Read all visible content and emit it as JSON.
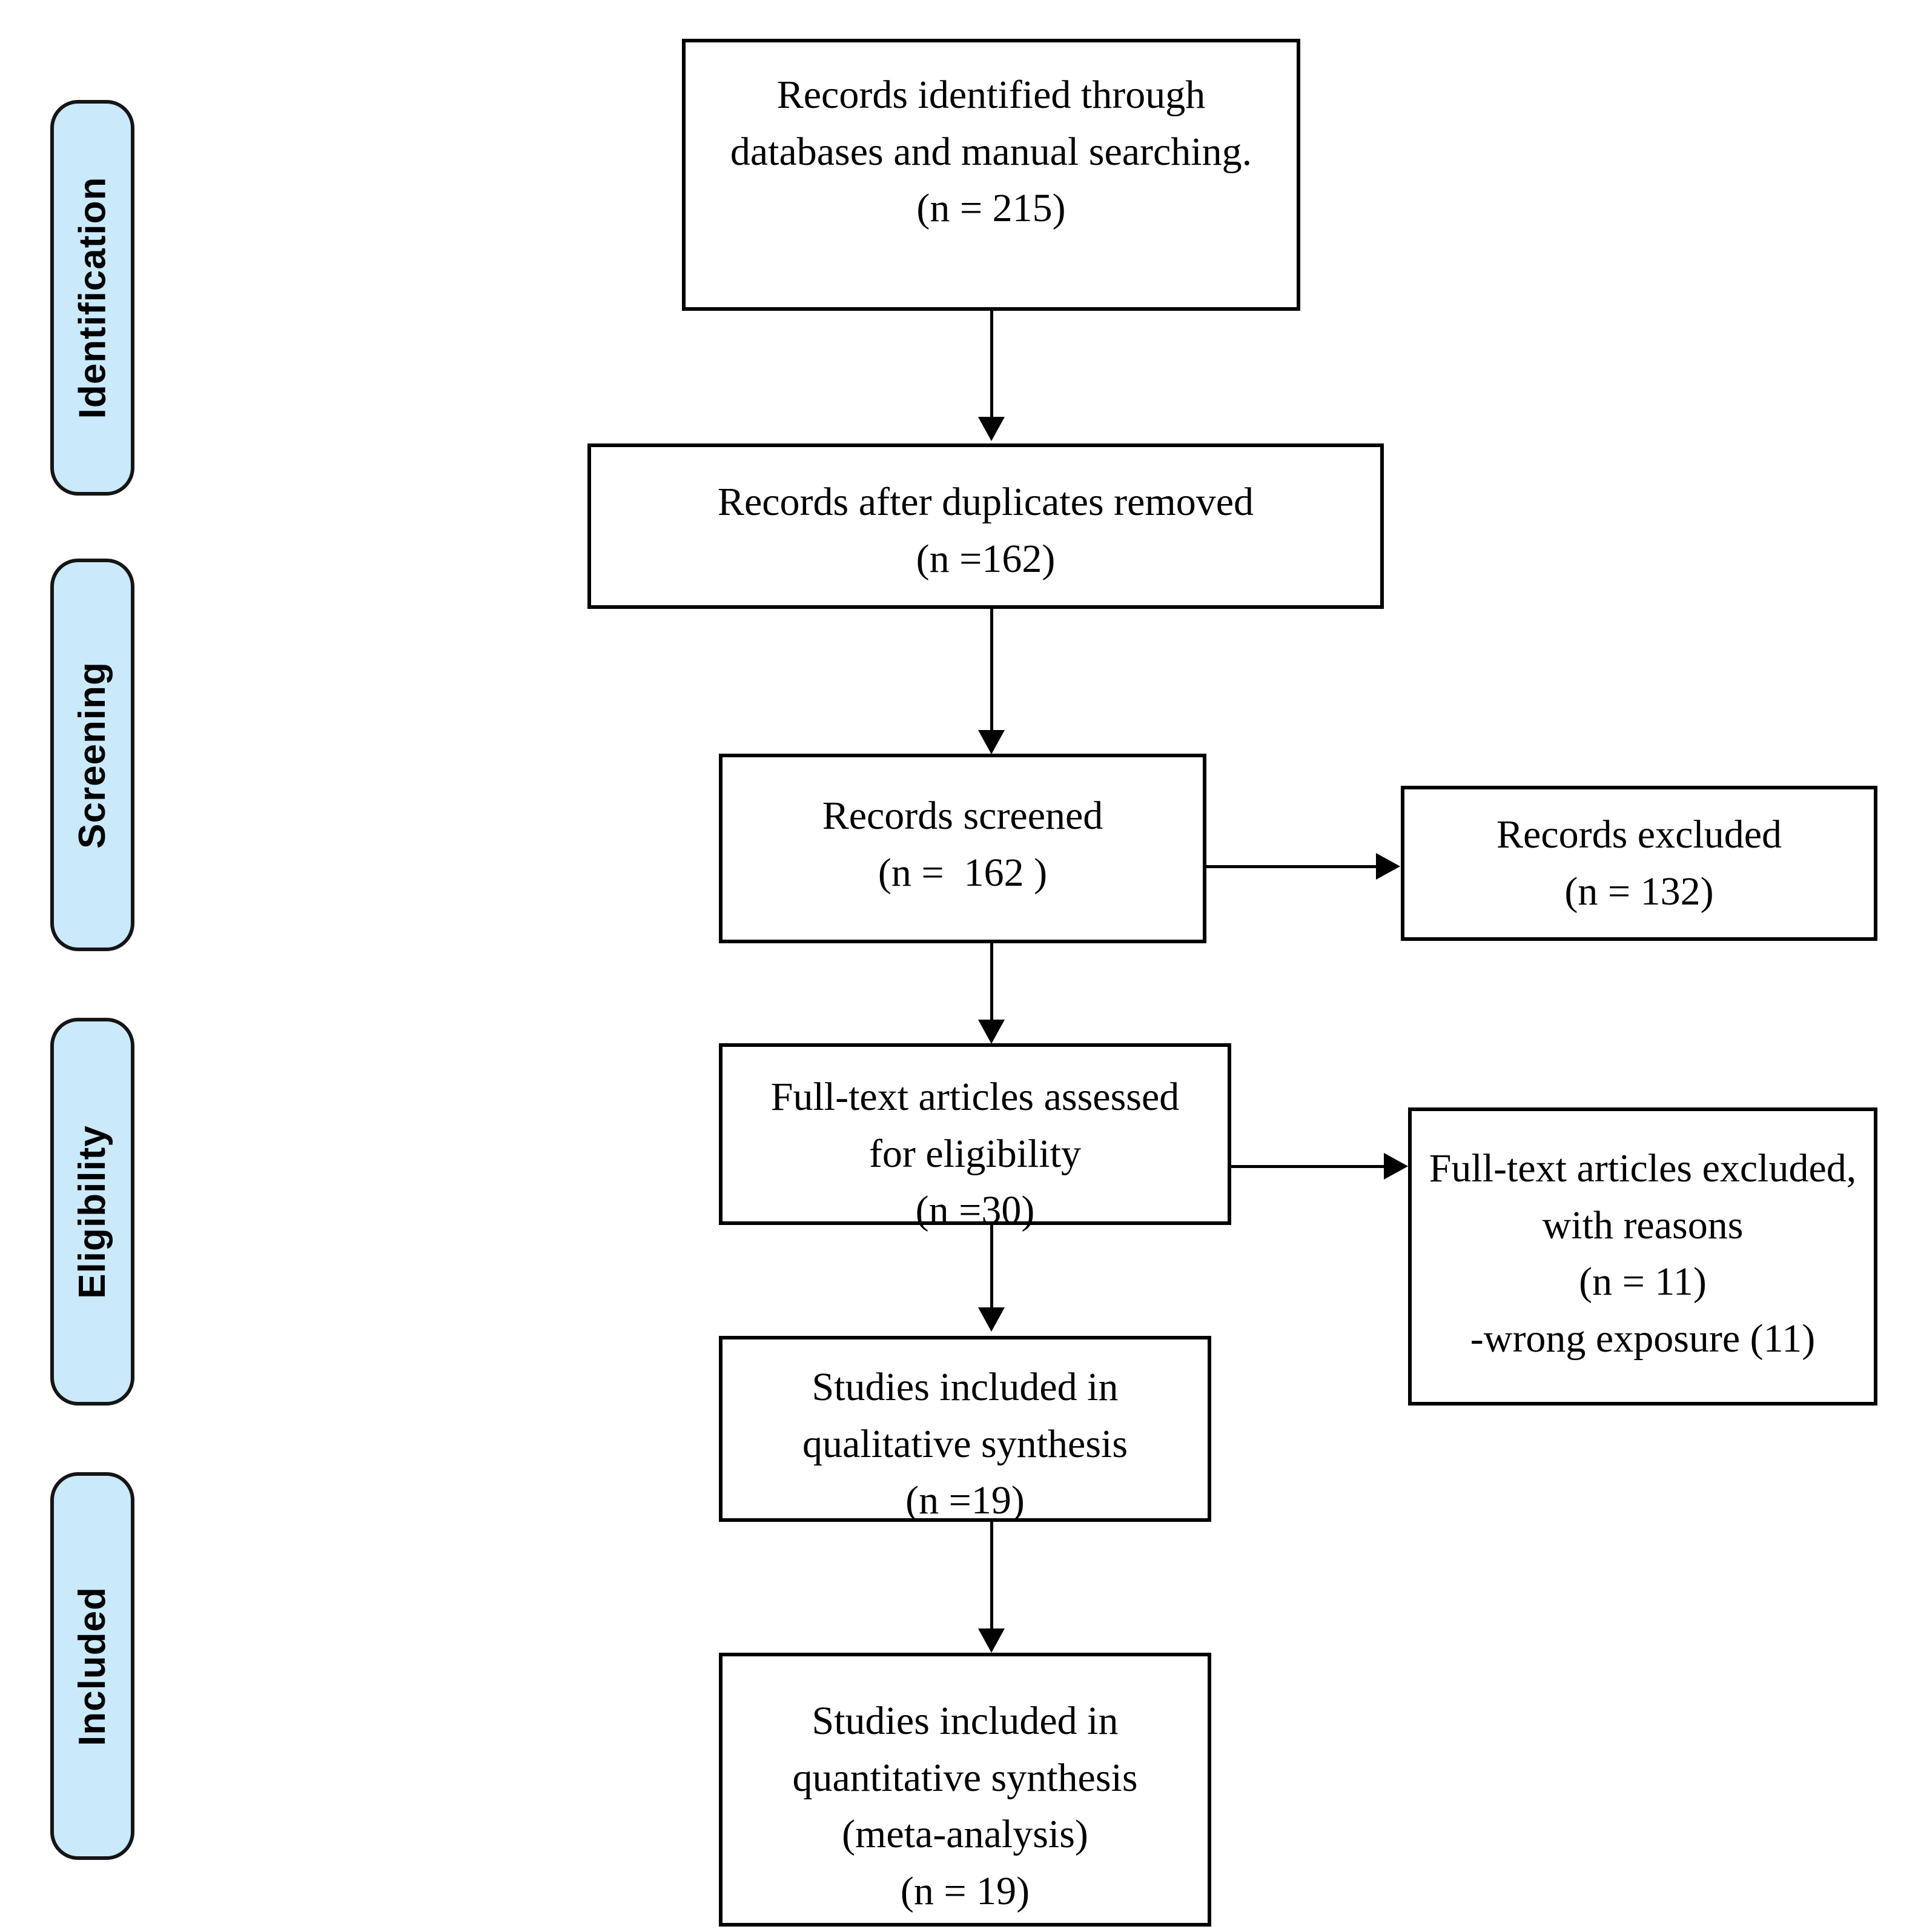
{
  "diagram": {
    "title": "PRISMA flow diagram",
    "accent_color": "#cae9fb",
    "border_color": "#000000"
  },
  "stages": [
    {
      "label": "Identification"
    },
    {
      "label": "Screening"
    },
    {
      "label": "Eligibility"
    },
    {
      "label": "Included"
    }
  ],
  "boxes": {
    "identified": {
      "line1": "Records identified through",
      "line2": "databases and manual searching.",
      "line3": "(n = 215)"
    },
    "duplicates_removed": {
      "line1": "Records after duplicates removed",
      "line2": "(n =162)"
    },
    "screened": {
      "line1": "Records screened",
      "line2": "(n =  162 )"
    },
    "records_excluded": {
      "line1": "Records excluded",
      "line2": "(n = 132)"
    },
    "fulltext_assessed": {
      "line1": "Full-text articles assessed",
      "line2": "for eligibility",
      "line3": "(n =30)"
    },
    "fulltext_excluded": {
      "line1": "Full-text articles excluded,",
      "line2": "with reasons",
      "line3": "(n = 11)",
      "line4": "-wrong exposure (11)"
    },
    "qualitative": {
      "line1": "Studies included in",
      "line2": "qualitative synthesis",
      "line3": "(n =19)"
    },
    "quantitative": {
      "line1": "Studies included in",
      "line2": "quantitative synthesis",
      "line3": "(meta-analysis)",
      "line4": "(n = 19)"
    }
  },
  "chart_data": {
    "type": "diagram",
    "title": "PRISMA flow diagram",
    "nodes": [
      {
        "id": "identified",
        "label": "Records identified through databases and manual searching.",
        "n": 215
      },
      {
        "id": "duplicates_removed",
        "label": "Records after duplicates removed",
        "n": 162
      },
      {
        "id": "screened",
        "label": "Records screened",
        "n": 162
      },
      {
        "id": "records_excluded",
        "label": "Records excluded",
        "n": 132
      },
      {
        "id": "fulltext_assessed",
        "label": "Full-text articles assessed for eligibility",
        "n": 30
      },
      {
        "id": "fulltext_excluded",
        "label": "Full-text articles excluded, with reasons",
        "n": 11,
        "reasons": [
          {
            "label": "wrong exposure",
            "n": 11
          }
        ]
      },
      {
        "id": "qualitative",
        "label": "Studies included in qualitative synthesis",
        "n": 19
      },
      {
        "id": "quantitative",
        "label": "Studies included in quantitative synthesis (meta-analysis)",
        "n": 19
      }
    ],
    "edges": [
      {
        "from": "identified",
        "to": "duplicates_removed",
        "direction": "down"
      },
      {
        "from": "duplicates_removed",
        "to": "screened",
        "direction": "down"
      },
      {
        "from": "screened",
        "to": "records_excluded",
        "direction": "right"
      },
      {
        "from": "screened",
        "to": "fulltext_assessed",
        "direction": "down"
      },
      {
        "from": "fulltext_assessed",
        "to": "fulltext_excluded",
        "direction": "right"
      },
      {
        "from": "fulltext_assessed",
        "to": "qualitative",
        "direction": "down"
      },
      {
        "from": "qualitative",
        "to": "quantitative",
        "direction": "down"
      }
    ],
    "stages": [
      "Identification",
      "Screening",
      "Eligibility",
      "Included"
    ]
  }
}
